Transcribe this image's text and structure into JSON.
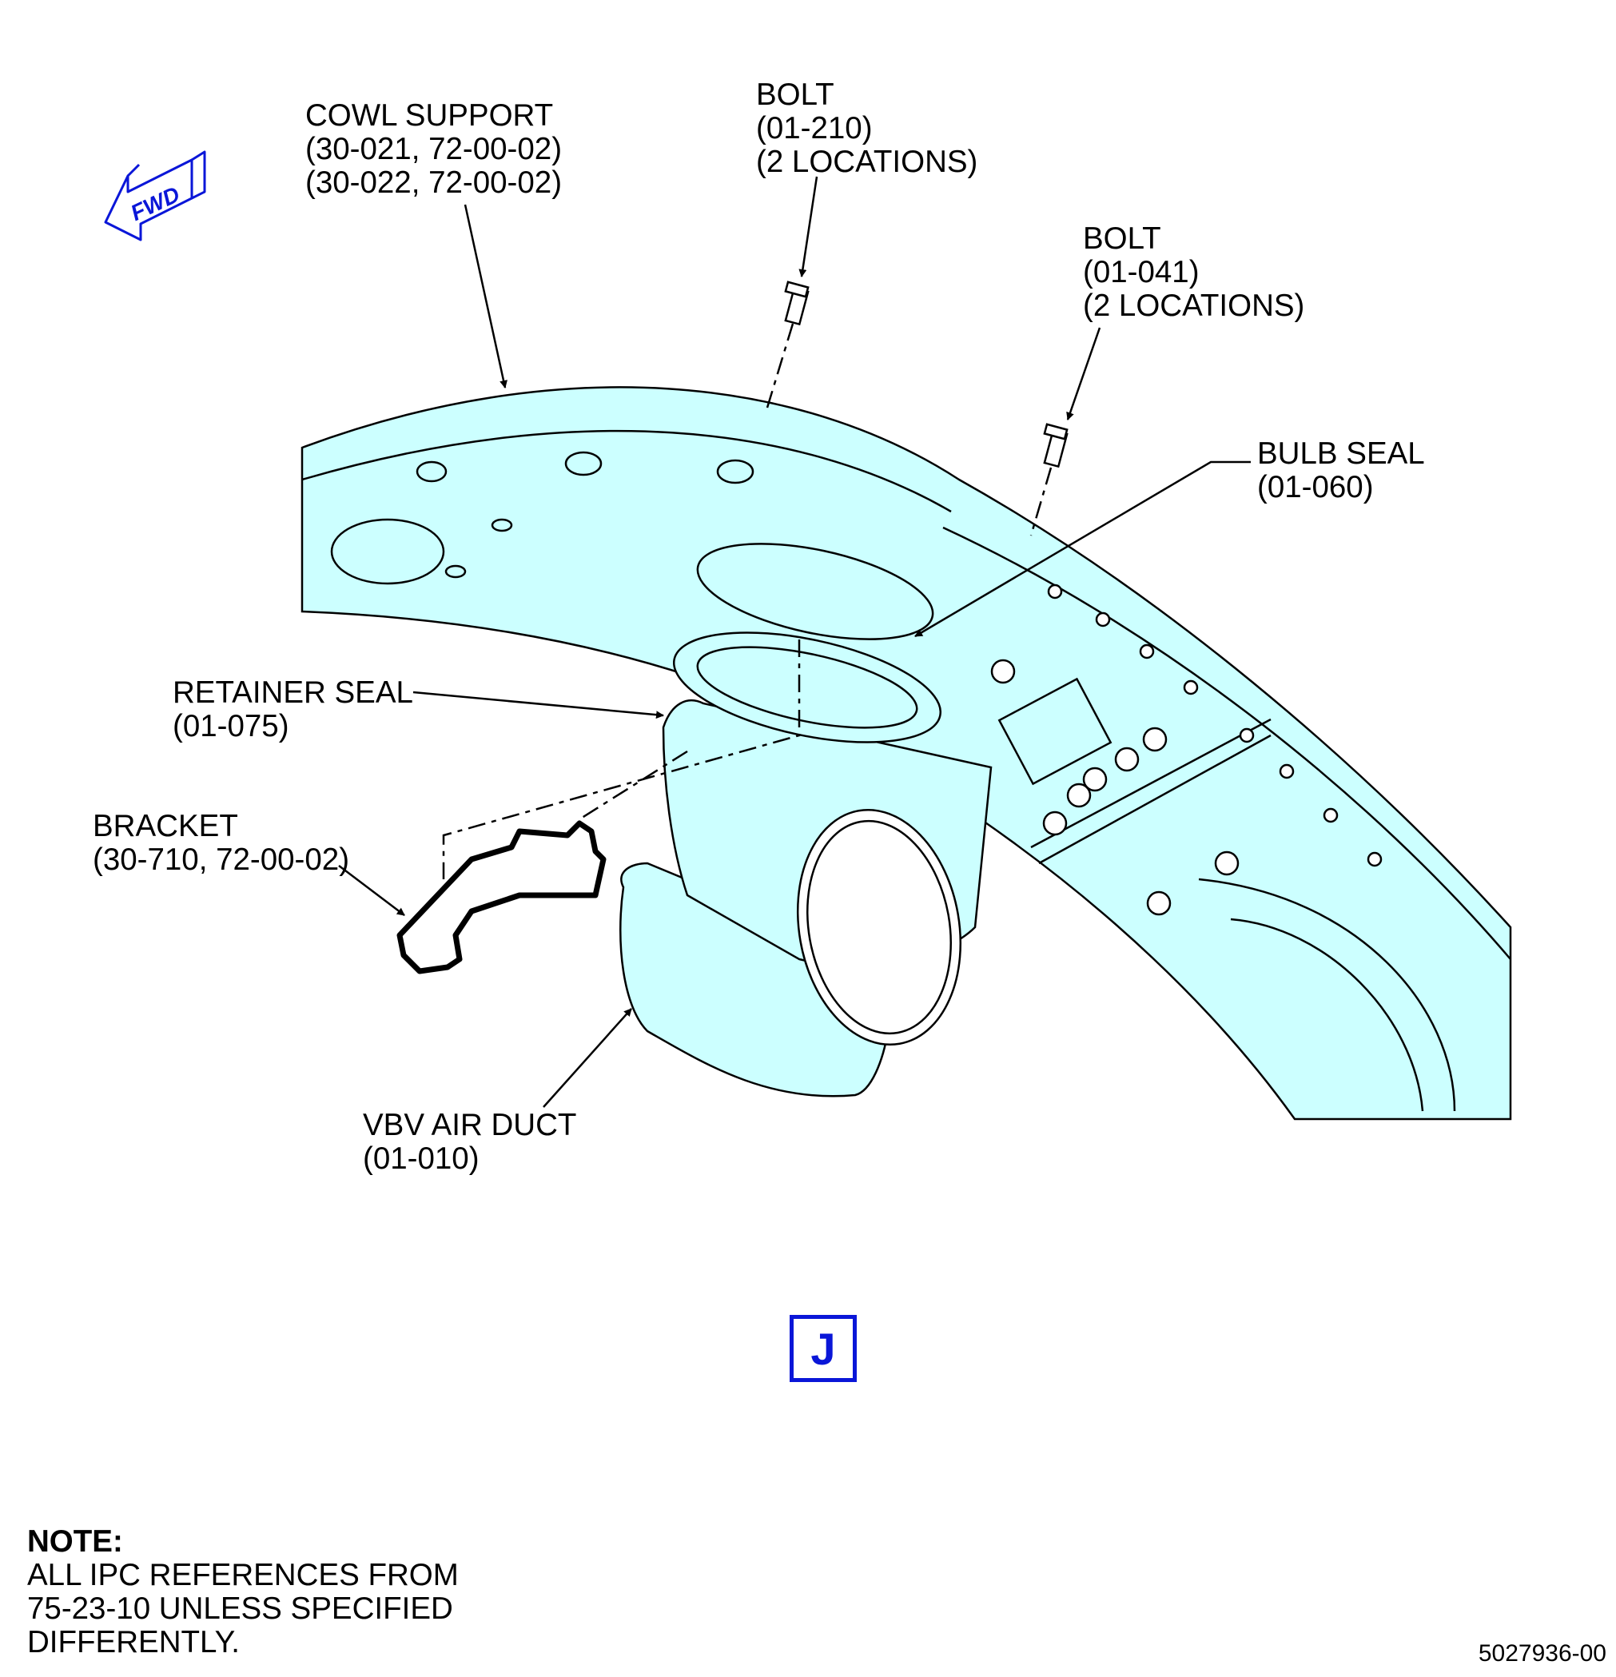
{
  "callouts": {
    "cowl_support": [
      "COWL SUPPORT",
      "(30-021, 72-00-02)",
      "(30-022, 72-00-02)"
    ],
    "bolt_210": [
      "BOLT",
      "(01-210)",
      "(2 LOCATIONS)"
    ],
    "bolt_041": [
      "BOLT",
      "(01-041)",
      "(2 LOCATIONS)"
    ],
    "bulb_seal": [
      "BULB SEAL",
      "(01-060)"
    ],
    "retainer_seal": [
      "RETAINER SEAL",
      "(01-075)"
    ],
    "bracket": [
      "BRACKET",
      "(30-710, 72-00-02)"
    ],
    "vbv_air_duct": [
      "VBV AIR DUCT",
      "(01-010)"
    ]
  },
  "fwd_arrow": {
    "label": "FWD",
    "icon": "fwd-arrow-icon"
  },
  "view_label": "J",
  "note": {
    "heading": "NOTE:",
    "lines": [
      "ALL IPC REFERENCES FROM",
      "75-23-10 UNLESS SPECIFIED",
      "DIFFERENTLY."
    ]
  },
  "document_number": "5027936-00",
  "colors": {
    "part_fill": "#ccffff",
    "accent_blue": "#0a16d8",
    "line": "#000000"
  }
}
